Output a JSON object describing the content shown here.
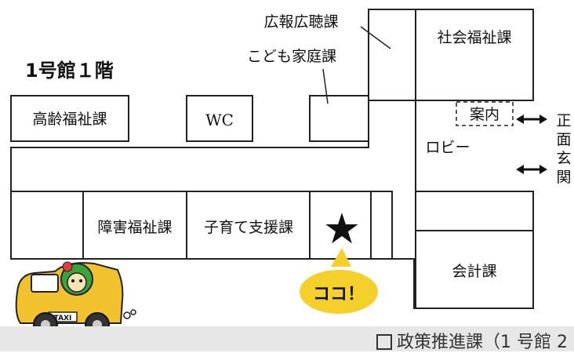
{
  "floor_title": "1号館１階",
  "rooms": {
    "kouhou": "広報広聴課",
    "kodomo": "こども家庭課",
    "shakai": "社会福祉課",
    "kourei": "高齢福祉課",
    "wc": "WC",
    "annai": "案内",
    "lobby": "ロビー",
    "shougai": "障害福祉課",
    "kosodate": "子育て支援課",
    "kaikei": "会計課"
  },
  "entrance_label": [
    "正",
    "面",
    "玄",
    "関"
  ],
  "marker": {
    "symbol": "★",
    "callout": "ココ！"
  },
  "taxi_label": "TAXI",
  "footer": {
    "text": "政策推進課（1 号館 2"
  },
  "colors": {
    "callout": "#f6d02a",
    "taxi_body": "#f2c12e",
    "footer_bg": "#e7e7e7",
    "leaf": "#3aa33a"
  }
}
